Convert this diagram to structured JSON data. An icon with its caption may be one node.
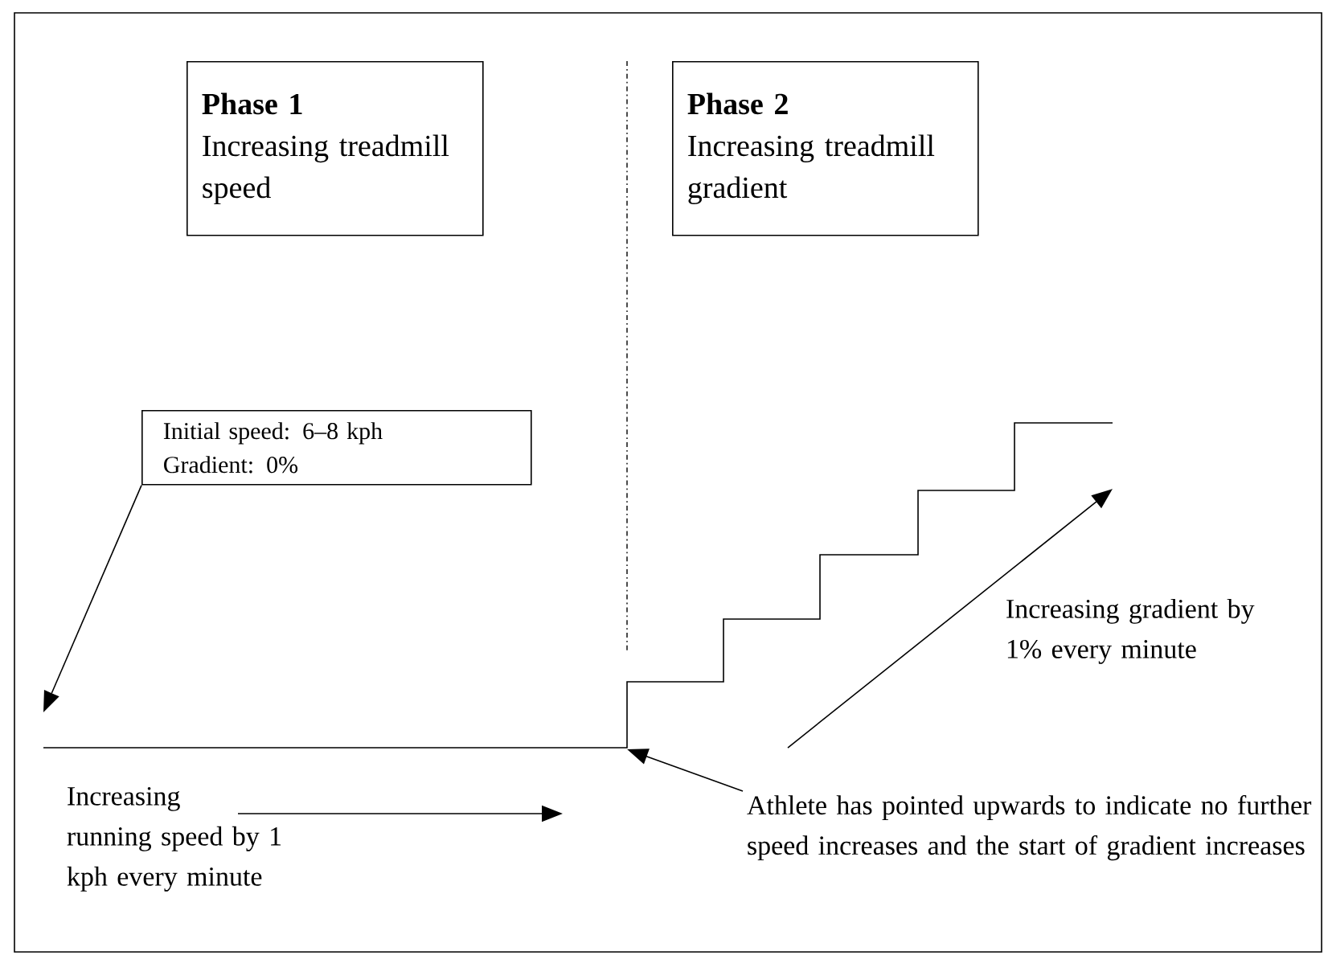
{
  "diagram": {
    "nodes": [
      {
        "text": [
          "Phase 1",
          "Increasing treadmill speed"
        ]
      },
      {
        "text": [
          "Phase 2",
          "Increasing treadmill gradient"
        ]
      },
      {
        "text": [
          "Initial speed: 6–8 kph",
          "Gradient: 0%"
        ]
      },
      {
        "text": [
          "Athlete has pointed upwards to indicate no further speed increases and the start of gradient increases"
        ]
      }
    ],
    "edges": [
      {
        "from": 2,
        "to": null,
        "arrow": "to"
      },
      {
        "from": 3,
        "to": null,
        "arrow": "to"
      }
    ],
    "labels": [
      "Increasing running speed by 1 kph every minute",
      "Increasing gradient by 1% every minute"
    ]
  }
}
